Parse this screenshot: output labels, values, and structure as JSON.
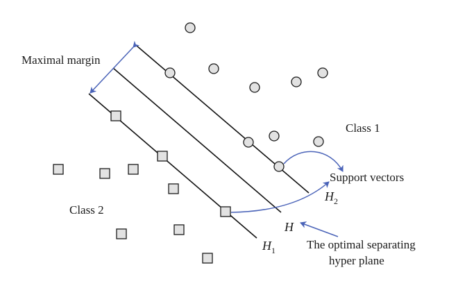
{
  "labels": {
    "margin": "Maximal margin",
    "class1": "Class 1",
    "class2": "Class 2",
    "support_vectors": "Support vectors",
    "optimal_line1": "The optimal separating",
    "optimal_line2": "hyper plane"
  },
  "hyperplanes": [
    {
      "name": "H",
      "sub": "2"
    },
    {
      "name": "H",
      "sub": ""
    },
    {
      "name": "H",
      "sub": "1"
    }
  ],
  "colors": {
    "arrow": "#4a63b8",
    "marker_fill": "#e2e2e2",
    "marker_stroke": "#1a1a1a"
  }
}
